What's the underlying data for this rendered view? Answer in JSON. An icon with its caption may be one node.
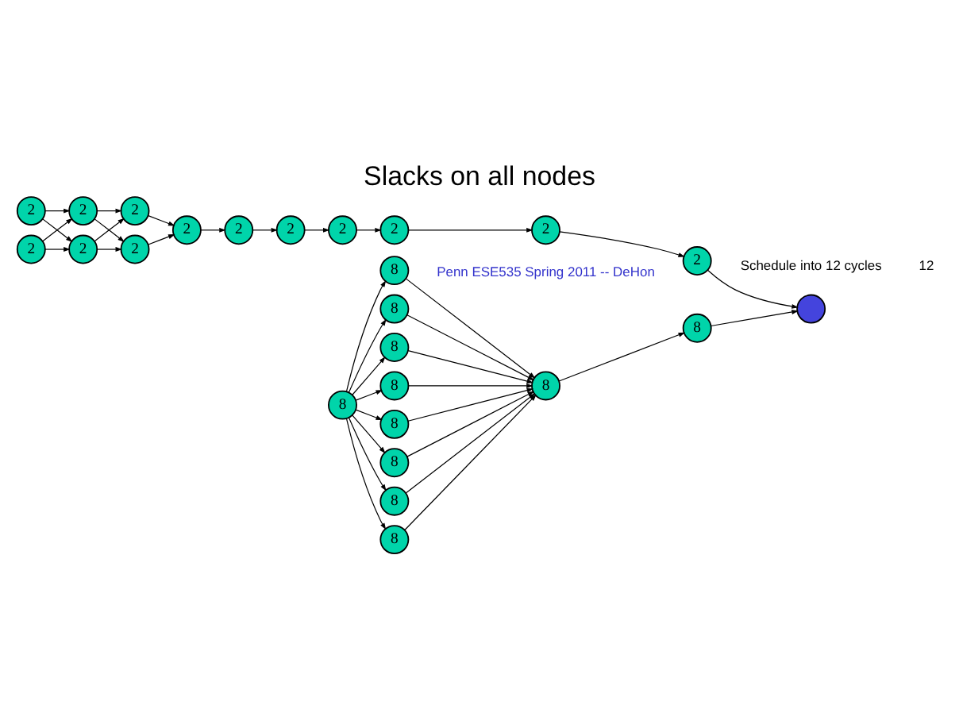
{
  "diagram": {
    "title": "Slacks on all nodes",
    "nodes": [
      {
        "text": [
          "2"
        ]
      },
      {
        "text": [
          "2"
        ]
      },
      {
        "text": [
          "2"
        ]
      },
      {
        "text": [
          "2"
        ]
      },
      {
        "text": [
          "2"
        ]
      },
      {
        "text": [
          "2"
        ]
      },
      {
        "text": [
          "2"
        ]
      },
      {
        "text": [
          "2"
        ]
      },
      {
        "text": [
          "2"
        ]
      },
      {
        "text": [
          "2"
        ]
      },
      {
        "text": [
          "2"
        ]
      },
      {
        "text": [
          "2"
        ]
      },
      {
        "text": [
          "2"
        ]
      },
      {
        "text": [
          "8"
        ]
      },
      {
        "text": [
          "8"
        ]
      },
      {
        "text": [
          "8"
        ]
      },
      {
        "text": [
          "8"
        ]
      },
      {
        "text": [
          "8"
        ]
      },
      {
        "text": [
          "8"
        ]
      },
      {
        "text": [
          "8"
        ]
      },
      {
        "text": [
          "8"
        ]
      },
      {
        "text": [
          "8"
        ]
      },
      {
        "text": [
          "8"
        ]
      },
      {
        "text": [
          "8"
        ]
      },
      {
        "text": [],
        "shape": "circle"
      }
    ],
    "edges": [
      {
        "from": 0,
        "to": 1,
        "arrow": "to"
      },
      {
        "from": 0,
        "to": 11,
        "arrow": "to"
      },
      {
        "from": 10,
        "to": 1,
        "arrow": "to"
      },
      {
        "from": 10,
        "to": 11,
        "arrow": "to"
      },
      {
        "from": 1,
        "to": 2,
        "arrow": "to"
      },
      {
        "from": 1,
        "to": 12,
        "arrow": "to"
      },
      {
        "from": 11,
        "to": 2,
        "arrow": "to"
      },
      {
        "from": 11,
        "to": 12,
        "arrow": "to"
      },
      {
        "from": 2,
        "to": 3,
        "arrow": "to"
      },
      {
        "from": 12,
        "to": 3,
        "arrow": "to"
      },
      {
        "from": 3,
        "to": 4,
        "arrow": "to"
      },
      {
        "from": 4,
        "to": 5,
        "arrow": "to"
      },
      {
        "from": 5,
        "to": 6,
        "arrow": "to"
      },
      {
        "from": 6,
        "to": 7,
        "arrow": "to"
      },
      {
        "from": 7,
        "to": 8,
        "arrow": "to"
      },
      {
        "from": 8,
        "to": 9,
        "arrow": "to"
      },
      {
        "from": 9,
        "to": 24,
        "arrow": "to"
      },
      {
        "from": 13,
        "to": 14,
        "arrow": "to"
      },
      {
        "from": 13,
        "to": 15,
        "arrow": "to"
      },
      {
        "from": 13,
        "to": 16,
        "arrow": "to"
      },
      {
        "from": 13,
        "to": 17,
        "arrow": "to"
      },
      {
        "from": 13,
        "to": 18,
        "arrow": "to"
      },
      {
        "from": 13,
        "to": 19,
        "arrow": "to"
      },
      {
        "from": 13,
        "to": 20,
        "arrow": "to"
      },
      {
        "from": 13,
        "to": 21,
        "arrow": "to"
      },
      {
        "from": 14,
        "to": 22,
        "arrow": "to"
      },
      {
        "from": 15,
        "to": 22,
        "arrow": "to"
      },
      {
        "from": 16,
        "to": 22,
        "arrow": "to"
      },
      {
        "from": 17,
        "to": 22,
        "arrow": "to"
      },
      {
        "from": 18,
        "to": 22,
        "arrow": "to"
      },
      {
        "from": 19,
        "to": 22,
        "arrow": "to"
      },
      {
        "from": 20,
        "to": 22,
        "arrow": "to"
      },
      {
        "from": 21,
        "to": 22,
        "arrow": "to"
      },
      {
        "from": 22,
        "to": 23,
        "arrow": "to"
      },
      {
        "from": 23,
        "to": 24,
        "arrow": "to"
      }
    ],
    "labels": [
      "Schedule into 12 cycles",
      "Penn ESE535 Spring 2011 -- DeHon",
      "12"
    ]
  }
}
